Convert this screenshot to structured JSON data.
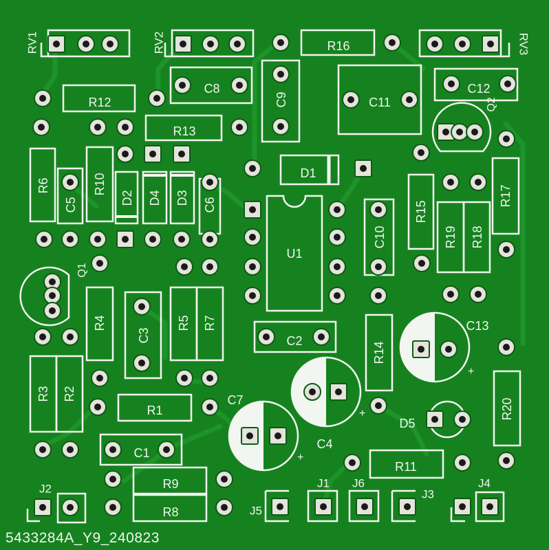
{
  "board": {
    "serial": "5433284A_Y9_240823",
    "colors": {
      "board": "#16821f",
      "trace": "#1e962a",
      "silkscreen": "#f2f6f0",
      "pad": "#e4e4dc",
      "hole": "#1a1a1a"
    }
  },
  "components": {
    "RV1": "RV1",
    "RV2": "RV2",
    "RV3": "RV3",
    "R1": "R1",
    "R2": "R2",
    "R3": "R3",
    "R4": "R4",
    "R5": "R5",
    "R6": "R6",
    "R7": "R7",
    "R8": "R8",
    "R9": "R9",
    "R10": "R10",
    "R11": "R11",
    "R12": "R12",
    "R13": "R13",
    "R14": "R14",
    "R15": "R15",
    "R16": "R16",
    "R17": "R17",
    "R18": "R18",
    "R19": "R19",
    "R20": "R20",
    "C1": "C1",
    "C2": "C2",
    "C3": "C3",
    "C4": "C4",
    "C5": "C5",
    "C6": "C6",
    "C7": "C7",
    "C8": "C8",
    "C9": "C9",
    "C10": "C10",
    "C11": "C11",
    "C12": "C12",
    "C13": "C13",
    "D1": "D1",
    "D2": "D2",
    "D3": "D3",
    "D4": "D4",
    "D5": "D5",
    "Q1": "Q1",
    "Q2": "Q2",
    "U1": "U1",
    "J1": "J1",
    "J2": "J2",
    "J3": "J3",
    "J4": "J4",
    "J5": "J5",
    "J6": "J6"
  }
}
